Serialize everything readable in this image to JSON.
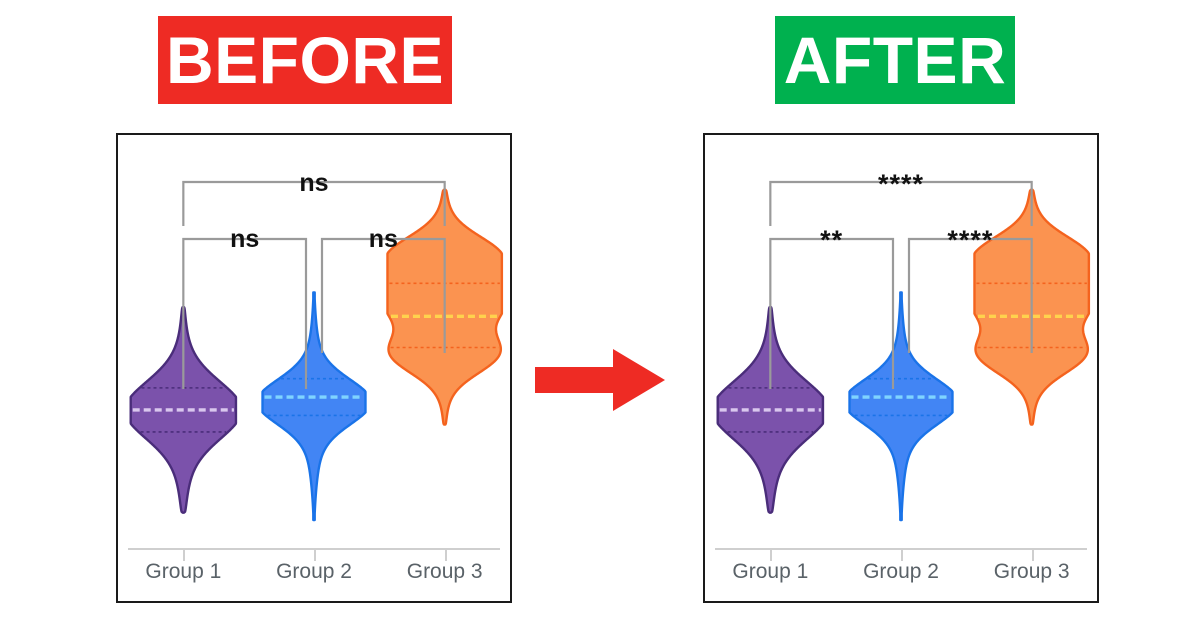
{
  "banners": {
    "before": {
      "label": "BEFORE",
      "color": "#ee2b24"
    },
    "after": {
      "label": "AFTER",
      "color": "#00b14f"
    }
  },
  "arrow": {
    "name": "right-arrow",
    "color": "#ee2b24"
  },
  "chart_data": [
    {
      "id": "before",
      "type": "violin",
      "title": "BEFORE",
      "xlabel": "",
      "ylabel": "",
      "grid": false,
      "legend": "none",
      "categories": [
        "Group 1",
        "Group 2",
        "Group 3"
      ],
      "series": [
        {
          "name": "Group 1",
          "color": "#7b52ab",
          "edge_color": "#4a2d7a",
          "median_color": "#d9c7ee",
          "median": 0.3,
          "q1": 0.24,
          "q3": 0.36,
          "min": 0.02,
          "max": 0.58,
          "width": 0.92
        },
        {
          "name": "Group 2",
          "color": "#4285f4",
          "edge_color": "#1a73e8",
          "median_color": "#7fd4ff",
          "median": 0.335,
          "q1": 0.285,
          "q3": 0.385,
          "min": 0.0,
          "max": 0.62,
          "width": 0.9
        },
        {
          "name": "Group 3",
          "color": "#fb9350",
          "edge_color": "#f4631e",
          "median_color": "#ffd24d",
          "median": 0.555,
          "q1": 0.47,
          "q3": 0.645,
          "min": 0.26,
          "max": 0.9,
          "width": 1.0
        }
      ],
      "annotations": [
        {
          "name": "bracket-g1-g3",
          "from": "Group 1",
          "to": "Group 3",
          "label": "ns"
        },
        {
          "name": "bracket-g1-g2",
          "from": "Group 1",
          "to": "Group 2",
          "label": "ns"
        },
        {
          "name": "bracket-g2-g3",
          "from": "Group 2",
          "to": "Group 3",
          "label": "ns"
        }
      ]
    },
    {
      "id": "after",
      "type": "violin",
      "title": "AFTER",
      "xlabel": "",
      "ylabel": "",
      "grid": false,
      "legend": "none",
      "categories": [
        "Group 1",
        "Group 2",
        "Group 3"
      ],
      "series": [
        {
          "name": "Group 1",
          "color": "#7b52ab",
          "edge_color": "#4a2d7a",
          "median_color": "#d9c7ee",
          "median": 0.3,
          "q1": 0.24,
          "q3": 0.36,
          "min": 0.02,
          "max": 0.58,
          "width": 0.92
        },
        {
          "name": "Group 2",
          "color": "#4285f4",
          "edge_color": "#1a73e8",
          "median_color": "#7fd4ff",
          "median": 0.335,
          "q1": 0.285,
          "q3": 0.385,
          "min": 0.0,
          "max": 0.62,
          "width": 0.9
        },
        {
          "name": "Group 3",
          "color": "#fb9350",
          "edge_color": "#f4631e",
          "median_color": "#ffd24d",
          "median": 0.555,
          "q1": 0.47,
          "q3": 0.645,
          "min": 0.26,
          "max": 0.9,
          "width": 1.0
        }
      ],
      "annotations": [
        {
          "name": "bracket-g1-g3",
          "from": "Group 1",
          "to": "Group 3",
          "label": "****"
        },
        {
          "name": "bracket-g1-g2",
          "from": "Group 1",
          "to": "Group 2",
          "label": "**"
        },
        {
          "name": "bracket-g2-g3",
          "from": "Group 2",
          "to": "Group 3",
          "label": "****"
        }
      ]
    }
  ]
}
